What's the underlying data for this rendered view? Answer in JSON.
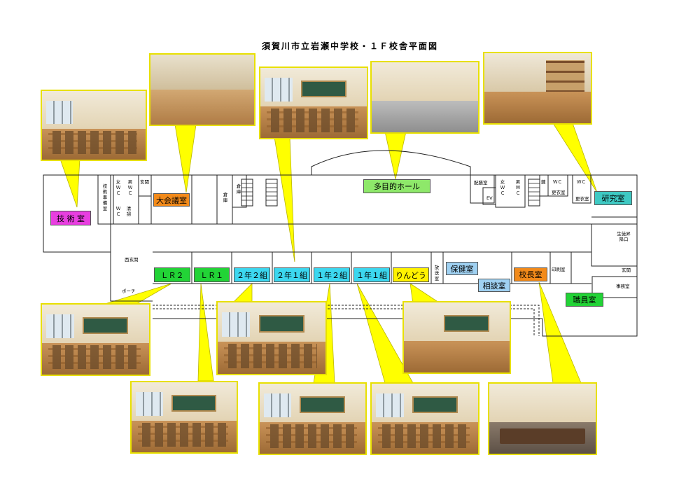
{
  "title": "須賀川市立岩瀬中学校・１Ｆ校舎平面図",
  "rooms": {
    "gijutsu": "技 術 室",
    "daikaigi": "大会議室",
    "tamokuteki": "多目的ホール",
    "kenkyu": "研究室",
    "lr2": "ＬＲ２",
    "lr1": "ＬＲ１",
    "c22": "２年２組",
    "c21": "２年１組",
    "c12": "１年２組",
    "c11": "１年１組",
    "ringo": "りんどう",
    "hoken": "保健室",
    "sodan": "相談室",
    "kocho": "校長室",
    "shokuin": "職員室"
  },
  "small_labels": {
    "gijutsu_jumbi": "技術準備室",
    "women_wc": "女ＷＣ",
    "men_wc": "男ＷＣ",
    "genkan_left": "玄関",
    "wc_small": "ＷＣ",
    "seiso": "清掃",
    "soko1": "倉庫",
    "soko2": "倉庫",
    "haizen": "配膳室",
    "ev": "EV",
    "women_wc2": "女ＷＣ",
    "men_wc2": "男ＷＣ",
    "kagi": "鍵",
    "wc_r1": "ＷＣ",
    "kouishitsu1": "更衣室",
    "wc_r2": "ＷＣ",
    "kouishitsu2": "更衣室",
    "seito_shoukouguchi": "生徒昇降口",
    "nishi_genkan": "西玄関",
    "porch": "ポーチ",
    "hoso": "放送室",
    "insatsu": "印刷室",
    "genkan_right": "玄関",
    "jimu": "事務室"
  },
  "colors": {
    "magenta": "#e83ee0",
    "orange": "#f28a1a",
    "green_light": "#8ee86a",
    "teal": "#3ec9c3",
    "green": "#22d336",
    "cyan": "#3cd7ef",
    "yellow": "#fff200",
    "lightblue": "#9fd1f2",
    "callout": "#ffff00"
  }
}
